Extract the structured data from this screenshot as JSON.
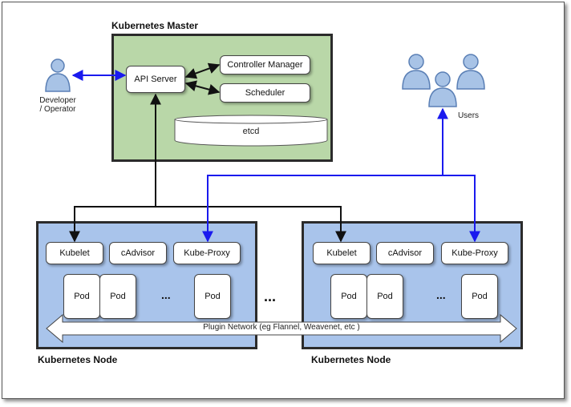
{
  "master": {
    "title": "Kubernetes Master",
    "api_server": "API Server",
    "controller_manager": "Controller Manager",
    "scheduler": "Scheduler",
    "etcd": "etcd"
  },
  "developer": {
    "label_line1": "Developer",
    "label_line2": "/ Operator"
  },
  "users": {
    "label": "Users"
  },
  "nodes": [
    {
      "title": "Kubernetes Node",
      "kubelet": "Kubelet",
      "cadvisor": "cAdvisor",
      "kube_proxy": "Kube-Proxy",
      "pods": [
        "Pod",
        "Pod",
        "Pod"
      ],
      "pod_ellipsis": "..."
    },
    {
      "title": "Kubernetes Node",
      "kubelet": "Kubelet",
      "cadvisor": "cAdvisor",
      "kube_proxy": "Kube-Proxy",
      "pods": [
        "Pod",
        "Pod",
        "Pod"
      ],
      "pod_ellipsis": "..."
    }
  ],
  "between_nodes_ellipsis": "...",
  "network": {
    "label": "Plugin Network (eg Flannel, Weavenet, etc )"
  },
  "colors": {
    "master_fill": "#b9d7a8",
    "node_fill": "#a9c4eb",
    "person_fill": "#a8c3e6",
    "blue_line": "#1a1aee",
    "black_line": "#111111"
  }
}
